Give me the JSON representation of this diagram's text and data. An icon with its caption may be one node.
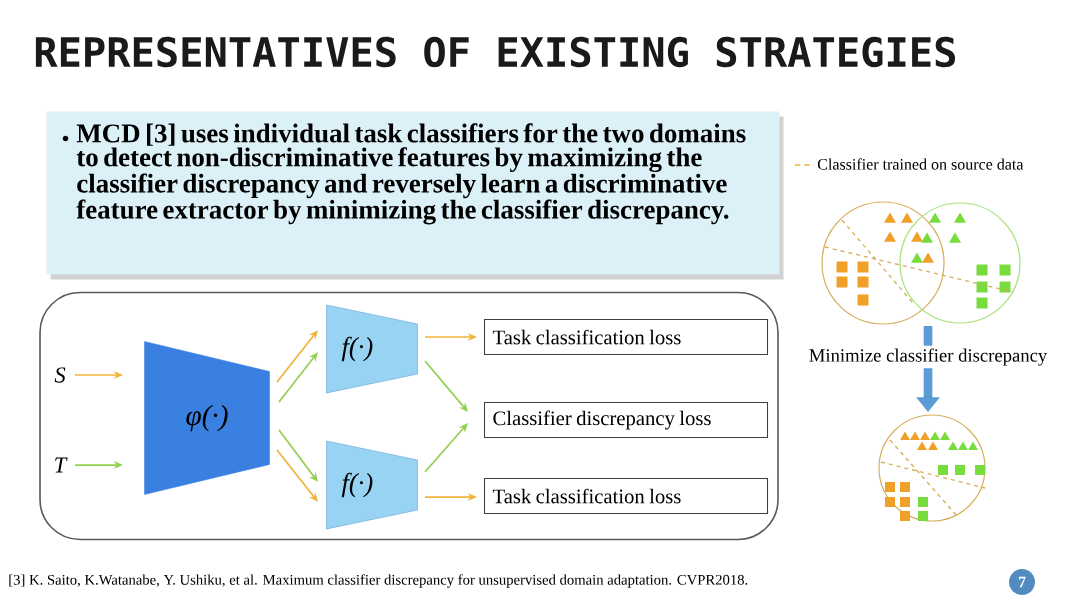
{
  "diagram": {
    "title": "REPRESENTATIVES OF EXISTING STRATEGIES",
    "nodes": [
      {
        "text": [
          "MCD [3] uses individual task classifiers for the two domains to detect non-discriminative features by maximizing the classifier discrepancy and reversely learn a discriminative feature extractor by minimizing the classifier discrepancy."
        ]
      },
      {
        "text": [],
        "shape": "box"
      },
      {
        "text": [
          "S"
        ],
        "in": 1
      },
      {
        "text": [
          "T"
        ],
        "in": 1
      },
      {
        "text": [
          "φ(·)"
        ],
        "in": 1
      },
      {
        "text": [
          "f(·)"
        ],
        "in": 1
      },
      {
        "text": [
          "f(·)"
        ],
        "in": 1
      },
      {
        "text": [
          "Task classification loss"
        ],
        "in": 1
      },
      {
        "text": [
          "Classifier discrepancy loss"
        ],
        "in": 1
      },
      {
        "text": [
          "Task classification loss"
        ],
        "in": 1
      },
      {
        "text": [],
        "shape": "picture"
      },
      {
        "text": [],
        "shape": "picture"
      }
    ],
    "edges": [
      {
        "from": 2,
        "to": 4,
        "arrow": "to",
        "color": "#f0b43c"
      },
      {
        "from": 3,
        "to": 4,
        "arrow": "to",
        "color": "#92d050"
      },
      {
        "from": 4,
        "to": 5,
        "arrow": "to",
        "color": "#f0b43c"
      },
      {
        "from": 4,
        "to": 5,
        "arrow": "to",
        "color": "#92d050"
      },
      {
        "from": 4,
        "to": 6,
        "arrow": "to",
        "color": "#92d050"
      },
      {
        "from": 4,
        "to": 6,
        "arrow": "to",
        "color": "#f0b43c"
      },
      {
        "from": 5,
        "to": 7,
        "arrow": "to",
        "color": "#f0b43c"
      },
      {
        "from": 5,
        "to": 8,
        "arrow": "to",
        "color": "#92d050"
      },
      {
        "from": 6,
        "to": 8,
        "arrow": "to",
        "color": "#92d050"
      },
      {
        "from": 6,
        "to": 9,
        "arrow": "to",
        "color": "#f0b43c"
      },
      {
        "from": 10,
        "to": 11,
        "arrow": "to",
        "style": "thick",
        "color": "#5b9bd5",
        "label": "Minimize classifier discrepancy"
      }
    ],
    "labels": [
      "[3] K. Saito, K.Watanabe, Y. Ushiku, et al. Maximum classifier discrepancy for unsupervised domain adaptation. CVPR2018.",
      "7"
    ],
    "legend": [
      {
        "text": "Classifier trained on source data"
      }
    ]
  }
}
